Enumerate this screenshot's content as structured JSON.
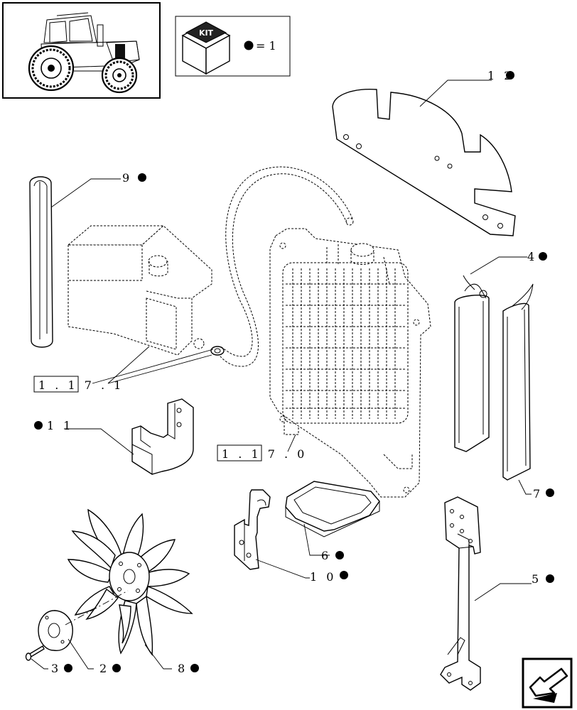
{
  "kit_legend": {
    "kit_label": "KIT",
    "equals_text": "= 1"
  },
  "callouts": {
    "c12": "1 2",
    "c9": "9",
    "c4": "4",
    "ref_1_17_1": "1 . 1 7 . 1",
    "c11": "1 1",
    "ref_1_17_0": "1 . 1 7 . 0",
    "c7": "7",
    "c6": "6",
    "c10": "1 0",
    "c5": "5",
    "c3": "3",
    "c2": "2",
    "c8": "8"
  },
  "icons": {
    "tractor": "tractor-thumbnail-icon",
    "kit_box": "kit-box-icon",
    "kit_dot": "kit-dot-icon",
    "nav": "next-page-arrow-icon"
  }
}
